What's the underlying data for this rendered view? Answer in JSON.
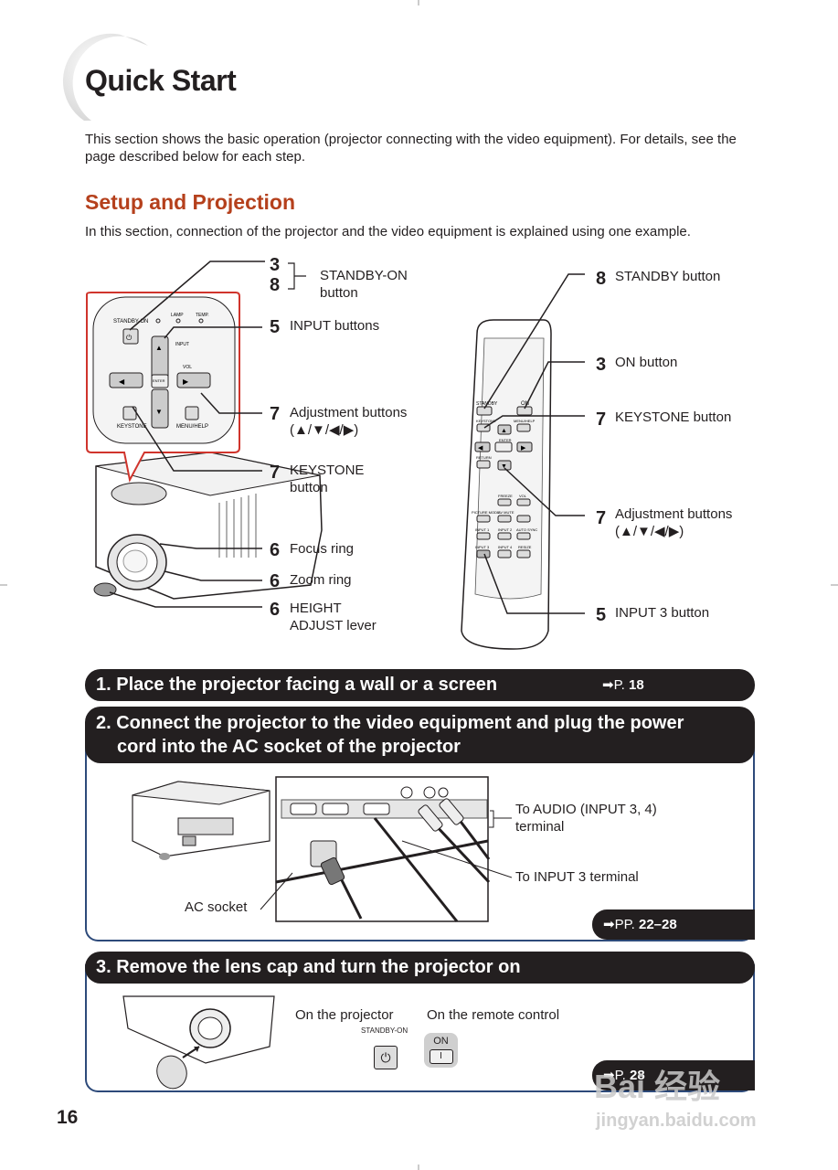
{
  "title": "Quick Start",
  "intro": "This section shows the basic operation (projector connecting with the video equipment). For details, see the page described below for each step.",
  "section_title": "Setup and Projection",
  "section_desc": "In this section, connection of the projector and the video equipment is explained using one example.",
  "projector_callouts": [
    {
      "num_a": "3",
      "num_b": "8",
      "text_1": "STANDBY-ON",
      "text_2": "button"
    },
    {
      "num": "5",
      "text_1": "INPUT buttons"
    },
    {
      "num": "7",
      "text_1": "Adjustment buttons",
      "text_2": "(▲/▼/◀/▶)"
    },
    {
      "num": "7",
      "text_1": "KEYSTONE",
      "text_2": "button"
    },
    {
      "num": "6",
      "text_1": "Focus ring"
    },
    {
      "num": "6",
      "text_1": "Zoom ring"
    },
    {
      "num": "6",
      "text_1": "HEIGHT",
      "text_2": "ADJUST lever"
    }
  ],
  "remote_callouts": [
    {
      "num": "8",
      "text_1": "STANDBY button"
    },
    {
      "num": "3",
      "text_1": "ON button"
    },
    {
      "num": "7",
      "text_1": "KEYSTONE button"
    },
    {
      "num": "7",
      "text_1": "Adjustment buttons",
      "text_2": "(▲/▼/◀/▶)"
    },
    {
      "num": "5",
      "text_1": "INPUT 3 button"
    }
  ],
  "panel_labels": {
    "standby_on": "STANDBY-ON",
    "lamp": "LAMP",
    "temp": "TEMP.",
    "input": "INPUT",
    "vol": "VOL",
    "enter": "ENTER",
    "keystone": "KEYSTONE",
    "menu_help": "MENU/HELP"
  },
  "remote_labels": {
    "standby": "STANDBY",
    "on": "ON",
    "keystone": "KEYSTONE",
    "menu_help": "MENU/HELP",
    "enter": "ENTER",
    "return": "RETURN",
    "freeze": "FREEZE",
    "vol": "VOL",
    "picture_mode": "PICTURE MODE",
    "av_mute": "AV MUTE",
    "input_1": "INPUT 1",
    "input_2": "INPUT 2",
    "auto_sync": "AUTO SYNC",
    "input_3": "INPUT 3",
    "input_4": "INPUT 4",
    "resize": "RESIZE"
  },
  "steps": [
    {
      "label": "1. Place the projector facing a wall or a screen",
      "ref_prefix": "P.",
      "ref_page": "18"
    },
    {
      "label_1": "2. Connect the projector to the video equipment and plug the power",
      "label_2": "cord into the AC socket of the projector",
      "ref_prefix": "PP.",
      "ref_page": "22–28",
      "annotations": {
        "audio_1": "To AUDIO (INPUT 3, 4)",
        "audio_2": "terminal",
        "input3": "To INPUT 3 terminal",
        "ac": "AC socket"
      }
    },
    {
      "label": "3. Remove the lens cap and turn the projector on",
      "ref_prefix": "P.",
      "ref_page": "28",
      "on_projector": "On the projector",
      "on_remote": "On the remote control",
      "standby_on": "STANDBY-ON",
      "on": "ON"
    }
  ],
  "page_number": "16",
  "watermark": {
    "brand": "Bai 经验",
    "url": "jingyan.baidu.com"
  },
  "colors": {
    "section_title": "#b5401c",
    "callout_box": "#d0342c",
    "bar": "#231f20",
    "panel_border": "#2d4a7a"
  }
}
